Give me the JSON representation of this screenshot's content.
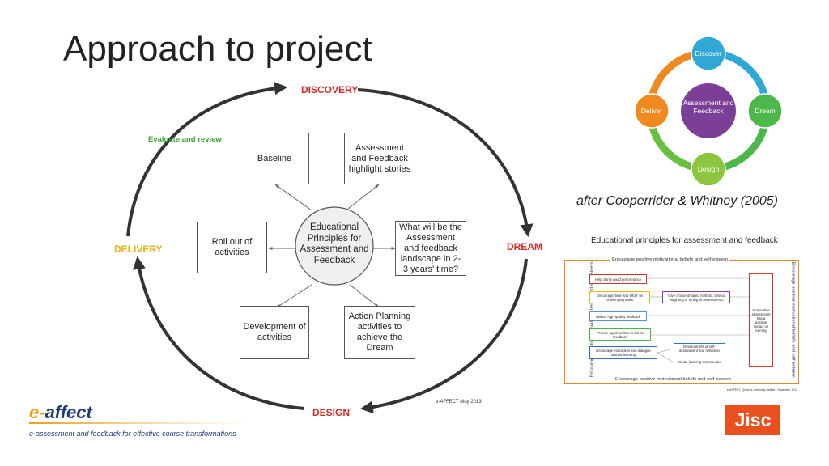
{
  "slide": {
    "title": "Approach to project"
  },
  "cycle": {
    "phases": {
      "discovery": "DISCOVERY",
      "dream": "DREAM",
      "design": "DESIGN",
      "delivery": "DELIVERY"
    },
    "evaluate_label": "Evaluate and review",
    "center": "Educational Principles for Assessment and Feedback",
    "boxes": {
      "baseline": "Baseline",
      "highlight": "Assessment and Feedback highlight stories",
      "rollout": "Roll out of activities",
      "landscape": "What will be the Assessment and feedback landscape in 2-3 years' time?",
      "development": "Development of activities",
      "action": "Action Planning activities to achieve the Dream"
    },
    "footer": "e-AFFECT May 2013",
    "colors": {
      "discovery": "#d42b2b",
      "dream": "#d42b2b",
      "design": "#d42b2b",
      "delivery": "#e6b416",
      "evaluate": "#3aa63a"
    }
  },
  "ring": {
    "center": "Assessment and Feedback",
    "discover": "Discover",
    "dream": "Dream",
    "design": "Design",
    "deliver": "Deliver",
    "citation": "after Cooperrider & Whitney  (2005)",
    "colors": {
      "discover": "#2fa8d6",
      "dream": "#4db84a",
      "design": "#8cc63f",
      "deliver": "#f08a1e",
      "center": "#7b3f98"
    }
  },
  "principles": {
    "title": "Educational principles for assessment and feedback",
    "band": "Encourage positive motivational beliefs and self-esteem",
    "items": {
      "clarify": "Help clarify good performance",
      "time_effort": "Encourage 'time and effort' on challenging tasks",
      "choice": "Give choice of topic, method, criteria weighting or timing of assessments",
      "high_quality": "Deliver high-quality feedback",
      "act_on": "Provide opportunities to act on feedback",
      "interaction": "Encourage interaction and dialogue around learning",
      "self_assessment": "Development of self-assessment and reflection",
      "communities": "Create learning communities",
      "summative": "Summative assessment has a positive impact on learning"
    },
    "caption": "e-AFFECT, Queen's University Belfast - November 2013"
  },
  "branding": {
    "eaffect_e": "e-",
    "eaffect_rest": "affect",
    "tagline": "e-assessment and feedback for effective course transformations",
    "jisc": "Jisc"
  }
}
